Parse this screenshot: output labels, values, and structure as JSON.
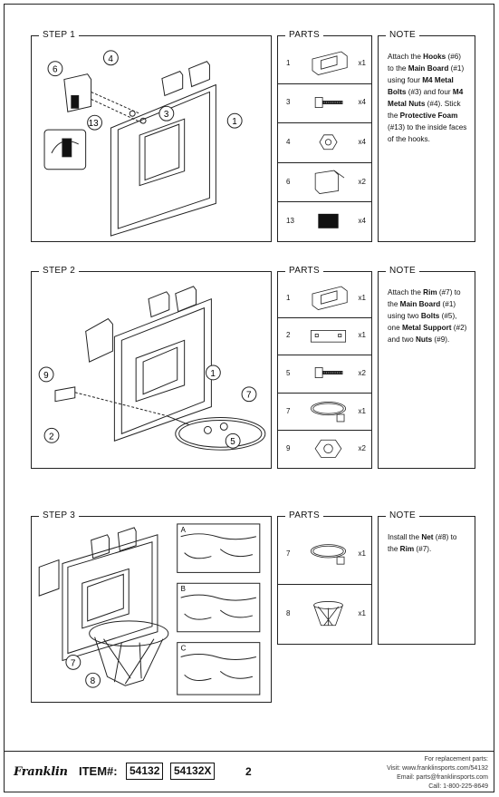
{
  "step1": {
    "title": "STEP 1",
    "parts_title": "PARTS",
    "note_title": "NOTE",
    "callouts": [
      "6",
      "4",
      "3",
      "13",
      "1"
    ],
    "note": [
      {
        "t": "Attach the ",
        "b": false
      },
      {
        "t": "Hooks",
        "b": true
      },
      {
        "t": " (#6) to the ",
        "b": false
      },
      {
        "t": "Main Board",
        "b": true
      },
      {
        "t": " (#1) using four ",
        "b": false
      },
      {
        "t": "M4 Metal Bolts",
        "b": true
      },
      {
        "t": " (#3) and four ",
        "b": false
      },
      {
        "t": "M4 Metal Nuts",
        "b": true
      },
      {
        "t": " (#4). Stick the ",
        "b": false
      },
      {
        "t": "Protective Foam",
        "b": true
      },
      {
        "t": " (#13) to the inside faces of the hooks.",
        "b": false
      }
    ],
    "parts": [
      {
        "num": "1",
        "qty": "x1",
        "icon": "board"
      },
      {
        "num": "3",
        "qty": "x4",
        "icon": "bolt"
      },
      {
        "num": "4",
        "qty": "x4",
        "icon": "nut"
      },
      {
        "num": "6",
        "qty": "x2",
        "icon": "hook"
      },
      {
        "num": "13",
        "qty": "x4",
        "icon": "foam"
      }
    ]
  },
  "step2": {
    "title": "STEP 2",
    "parts_title": "PARTS",
    "note_title": "NOTE",
    "callouts": [
      "9",
      "2",
      "1",
      "7",
      "5"
    ],
    "note": [
      {
        "t": "Attach the ",
        "b": false
      },
      {
        "t": "Rim",
        "b": true
      },
      {
        "t": " (#7) to the ",
        "b": false
      },
      {
        "t": "Main Board",
        "b": true
      },
      {
        "t": " (#1) using two ",
        "b": false
      },
      {
        "t": "Bolts",
        "b": true
      },
      {
        "t": " (#5), one ",
        "b": false
      },
      {
        "t": "Metal Support",
        "b": true
      },
      {
        "t": " (#2) and two ",
        "b": false
      },
      {
        "t": "Nuts",
        "b": true
      },
      {
        "t": " (#9).",
        "b": false
      }
    ],
    "parts": [
      {
        "num": "1",
        "qty": "x1",
        "icon": "board"
      },
      {
        "num": "2",
        "qty": "x1",
        "icon": "plate"
      },
      {
        "num": "5",
        "qty": "x2",
        "icon": "bolt"
      },
      {
        "num": "7",
        "qty": "x1",
        "icon": "rim"
      },
      {
        "num": "9",
        "qty": "x2",
        "icon": "bignut"
      }
    ]
  },
  "step3": {
    "title": "STEP 3",
    "parts_title": "PARTS",
    "note_title": "NOTE",
    "callouts": [
      "7",
      "8"
    ],
    "panels": [
      "A",
      "B",
      "C"
    ],
    "note": [
      {
        "t": "Install the ",
        "b": false
      },
      {
        "t": "Net",
        "b": true
      },
      {
        "t": " (#8) to the ",
        "b": false
      },
      {
        "t": "Rim",
        "b": true
      },
      {
        "t": " (#7).",
        "b": false
      }
    ],
    "parts": [
      {
        "num": "7",
        "qty": "x1",
        "icon": "rim"
      },
      {
        "num": "8",
        "qty": "x1",
        "icon": "net"
      }
    ]
  },
  "footer": {
    "logo": "Franklin",
    "item_label": "ITEM#:",
    "item_numbers": [
      "54132",
      "54132X"
    ],
    "page_number": "2",
    "contact": [
      "For replacement parts:",
      "Visit: www.franklinsports.com/54132",
      "Email: parts@franklinsports.com",
      "Call: 1-800-225-8649"
    ]
  }
}
